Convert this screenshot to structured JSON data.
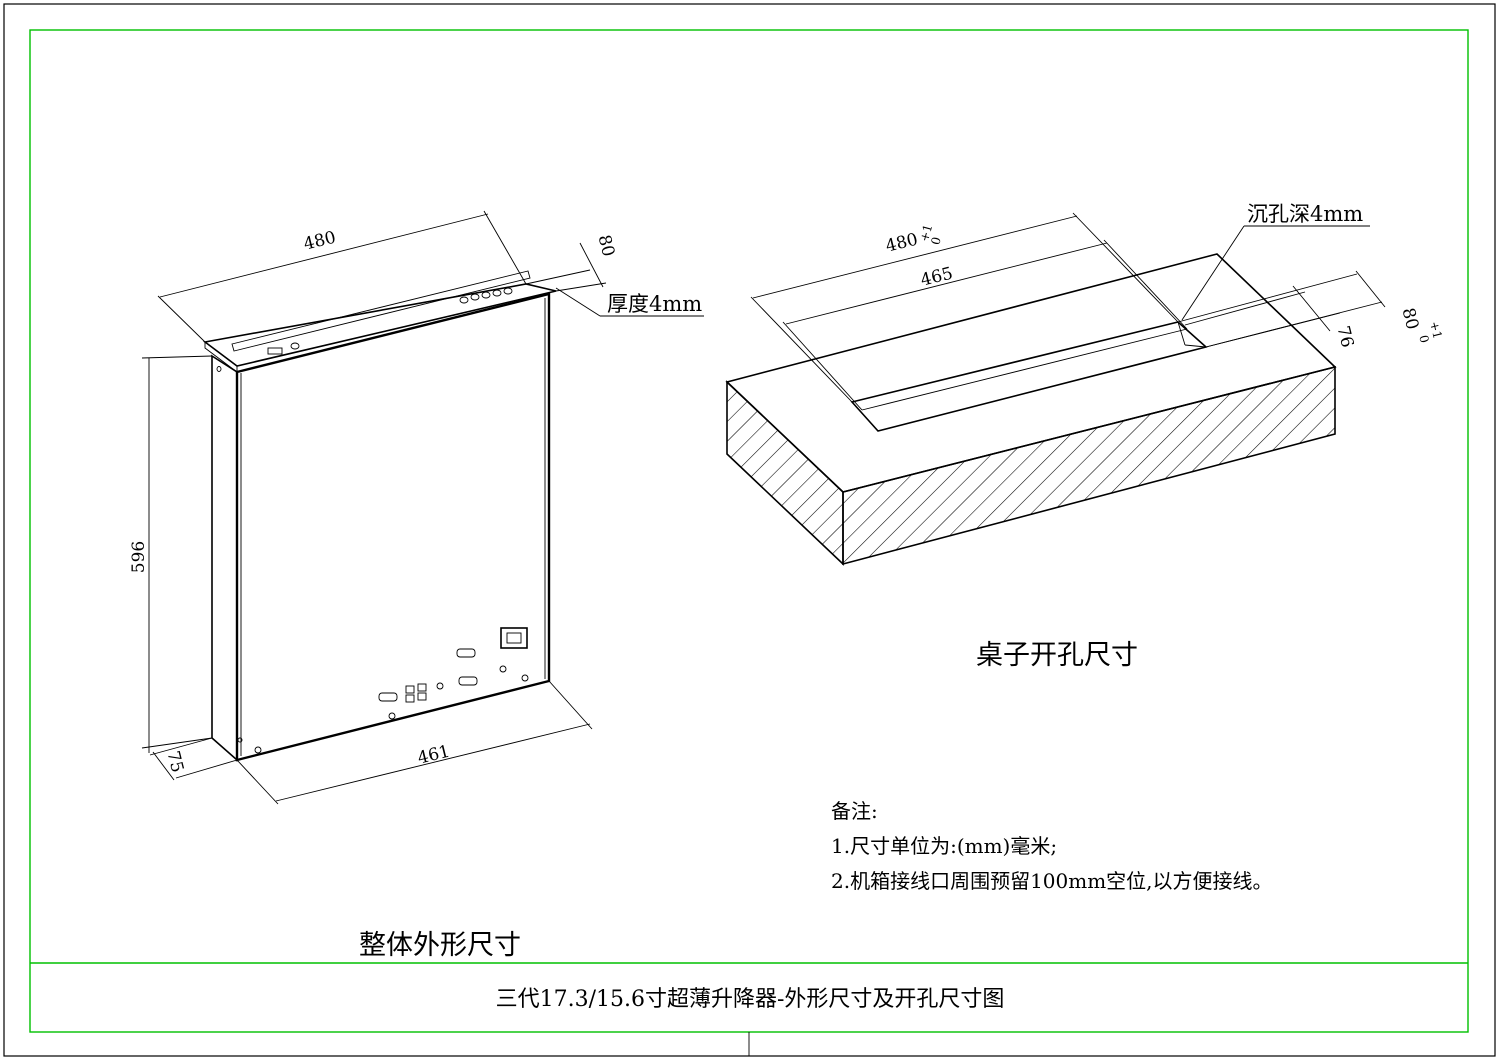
{
  "colors": {
    "frame": "#00c000",
    "ink": "#000000"
  },
  "title_block": {
    "title": "三代17.3/15.6寸超薄升降器-外形尺寸及开孔尺寸图"
  },
  "unit_view": {
    "caption": "整体外形尺寸",
    "dims": {
      "length": "480",
      "depth": "80",
      "height": "596",
      "thickness": "75",
      "bottom_width": "461"
    },
    "callout_thickness": "厚度4mm"
  },
  "cutout_view": {
    "caption": "桌子开孔尺寸",
    "dims": {
      "outer_length": "480",
      "inner_length": "465",
      "outer_width": "80",
      "inner_width": "76"
    },
    "tolerance": {
      "upper": "+1",
      "lower": "0"
    },
    "callout_recess": "沉孔深4mm"
  },
  "notes": {
    "heading": "备注:",
    "items": [
      "1.尺寸单位为:(mm)毫米;",
      "2.机箱接线口周围预留100mm空位,以方便接线。"
    ]
  }
}
